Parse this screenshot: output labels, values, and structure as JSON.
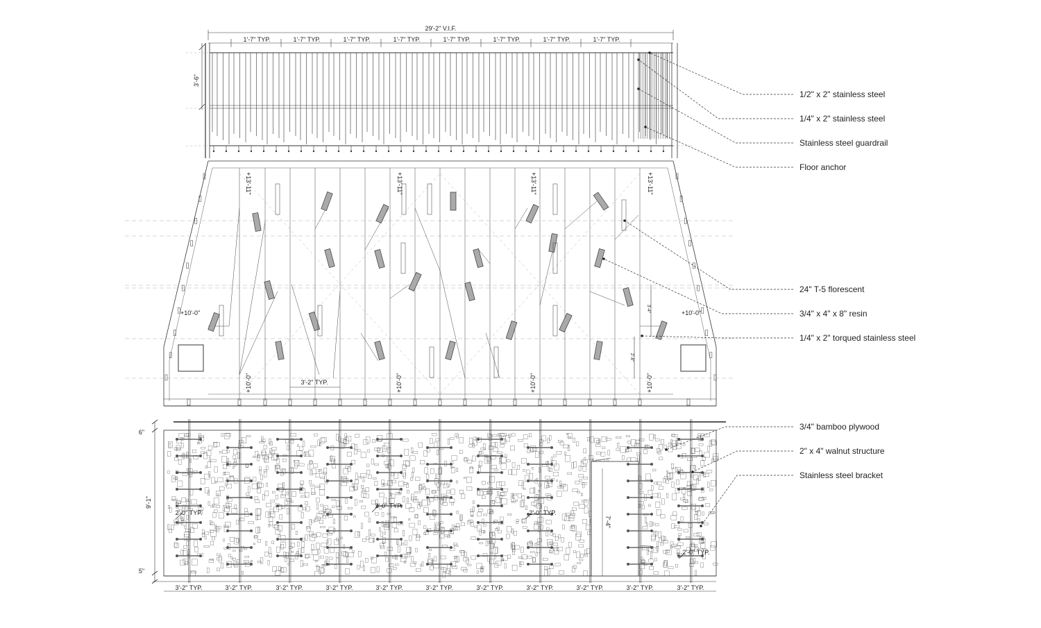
{
  "elevation_1": {
    "overall_dim": "29'-2\" V.I.F.",
    "spacing_dim": "1'-7\" TYP.",
    "height_dim": "3'-6\""
  },
  "elevation_2": {
    "elev_top": "+13'-11\"",
    "elev_mid": "+10'-0\"",
    "elev_bottom": "+10'-0\"",
    "spacing_dim": "3'-2\" TYP.",
    "small_dim_a": "3'-4\"",
    "small_dim_b": "2'-8\""
  },
  "elevation_3": {
    "top_dim": "6\"",
    "height_dim": "9'-1\"",
    "bottom_dim": "5\"",
    "bracket_dim": "2'-0\" TYP.",
    "door_dim": "7'-4\"",
    "spacing_dim": "3'-2\" TYP."
  },
  "callouts": [
    "1/2\" x 2\" stainless steel",
    "1/4\" x 2\" stainless steel",
    "Stainless steel guardrail",
    "Floor anchor",
    "24\" T-5 florescent",
    "3/4\" x 4\" x 8\" resin",
    "1/4\" x 2\" torqued stainless steel",
    "3/4\" bamboo plywood",
    "2\" x 4\" walnut structure",
    "Stainless steel bracket"
  ]
}
